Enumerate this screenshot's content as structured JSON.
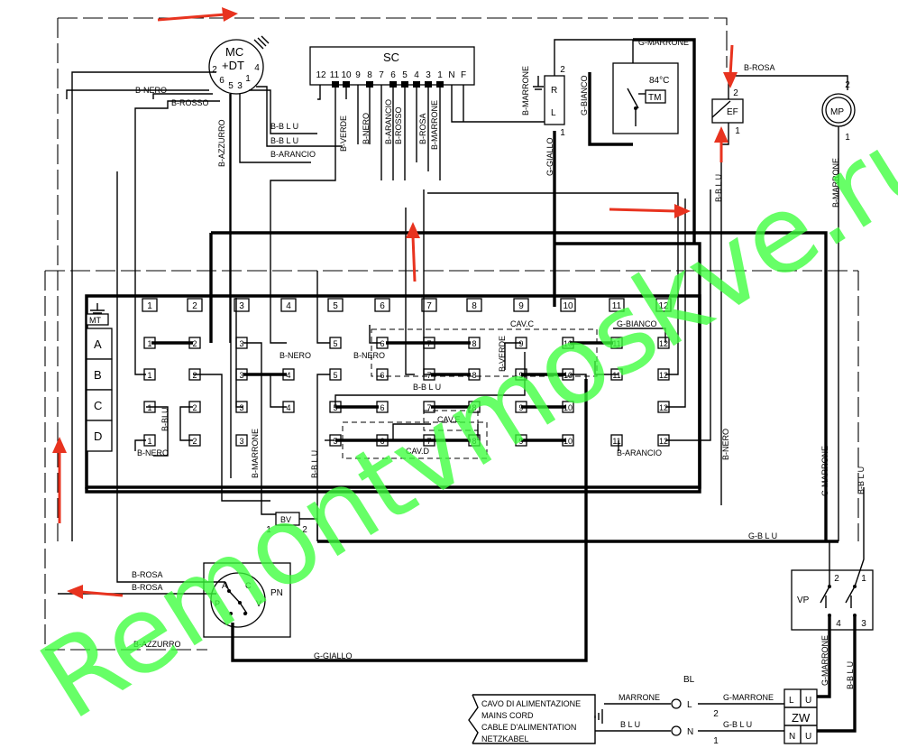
{
  "components": {
    "mc_dt": {
      "label_top": "MC",
      "label_bottom": "+DT",
      "pins": [
        "2",
        "6",
        "5",
        "3",
        "1",
        "4"
      ]
    },
    "sc": {
      "label": "SC",
      "pins": [
        "12",
        "11",
        "10",
        "9",
        "8",
        "7",
        "6",
        "5",
        "4",
        "3",
        "1",
        "N",
        "F"
      ]
    },
    "rl": {
      "label_r": "R",
      "label_l": "L",
      "pin_top": "2",
      "pin_bottom": "1"
    },
    "tm": {
      "label": "TM",
      "temp": "84°C"
    },
    "ef": {
      "label": "EF",
      "pin_top": "2",
      "pin_bottom": "1"
    },
    "mp": {
      "label": "MP",
      "pin_top": "2",
      "pin_bottom": "1"
    },
    "mt": {
      "label": "MT",
      "rows": [
        "A",
        "B",
        "C",
        "D"
      ]
    },
    "terminal_cols": [
      "1",
      "2",
      "3",
      "4",
      "5",
      "6",
      "7",
      "8",
      "9",
      "10",
      "11",
      "12"
    ],
    "bv": {
      "label": "BV",
      "pin_left": "1",
      "pin_right": "2"
    },
    "pn": {
      "label": "PN",
      "pins": [
        "A",
        "C",
        "P",
        "V"
      ]
    },
    "vp": {
      "label": "VP",
      "pins": [
        "2",
        "1",
        "4",
        "3"
      ]
    },
    "zw": {
      "label": "ZW",
      "pins": [
        "L",
        "U",
        "N",
        "U"
      ]
    },
    "bl": {
      "label": "BL",
      "l": "L",
      "n": "N",
      "pin_l": "2",
      "pin_n": "1"
    },
    "cav": {
      "c": "CAV.C",
      "d": "CAV.D",
      "e": "CAV.E"
    }
  },
  "wires": {
    "b_nero": "B-NERO",
    "b_rosso": "B-ROSSO",
    "b_azzurro": "B-AZZURRO",
    "b_blu": "B-B L U",
    "b_blu2": "B-B L U",
    "b_arancio": "B-ARANCIO",
    "b_verde": "B-VERDE",
    "b_nero_sc": "B-NERO",
    "b_arancio_sc": "B-ARANCIO",
    "b_rosso_sc": "B-ROSSO",
    "b_rosa_sc": "B-ROSA",
    "b_marrone_sc": "B-MARRONE",
    "b_marrone_top": "B-MARRONE",
    "g_bianco": "G-BIANCO",
    "g_marrone_top": "G-MARRONE",
    "g_giallo_top": "G-GIALLO",
    "b_rosa_top": "B-ROSA",
    "b_marrone_mp": "B-MARRONE",
    "b_blu_ef": "B-B L U",
    "b_nero_in1": "B-NERO",
    "b_nero_in2": "B-NERO",
    "g_bianco_in": "G-BIANCO",
    "b_verde_in": "B-VERDE",
    "b_blu_in": "B-B L U",
    "b_blu_d": "B-BLU",
    "b_nero_d": "B-NERO",
    "b_marrone_d": "B-MARRONE",
    "b_blu_bottom": "B-B L U",
    "b_arancio_12": "B-ARANCIO",
    "b_nero_right": "B-NERO",
    "g_marrone_vp": "G-MARRONE",
    "b_blu_vp": "B-B L U",
    "g_blu_bot": "G-B L U",
    "b_rosa1": "B-ROSA",
    "b_rosa2": "B-ROSA",
    "b_azzurro_bot": "B-AZZURRO",
    "g_giallo_bot": "G-GIALLO",
    "g_marrone_zw": "G-MARRONE",
    "b_blu_zw": "B-B L U",
    "marrone": "MARRONE",
    "blu": "B L U",
    "g_marrone_bl": "G-MARRONE",
    "g_blu_bl": "G-B L U"
  },
  "mains_cord": {
    "line1": "CAVO DI ALIMENTAZIONE",
    "line2": "MAINS CORD",
    "line3": "CABLE D'ALIMENTATION",
    "line4": "NETZKABEL"
  },
  "watermark": "Remontvmoskve.ru",
  "colors": {
    "arrow": "#e8331f",
    "watermark": "#3dff3d",
    "line": "#000000"
  }
}
